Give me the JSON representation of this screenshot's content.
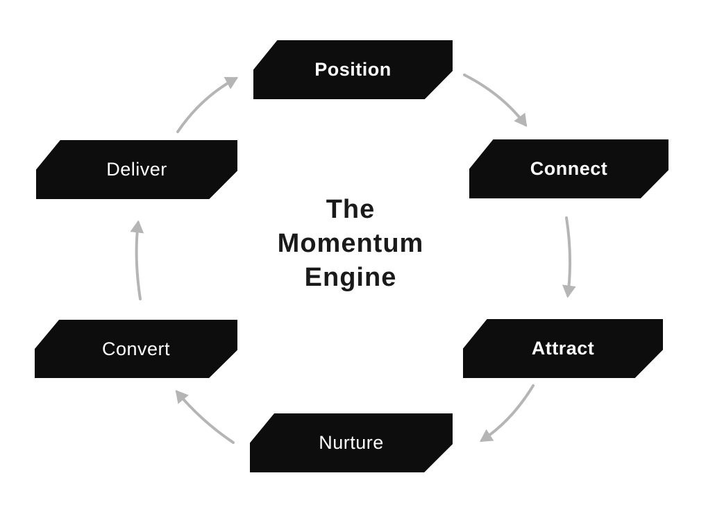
{
  "diagram": {
    "title": "The Momentum Engine",
    "title_lines": [
      "The",
      "Momentum",
      "Engine"
    ],
    "steps": [
      {
        "label": "Position",
        "emphasis": "bold"
      },
      {
        "label": "Connect",
        "emphasis": "bold"
      },
      {
        "label": "Attract",
        "emphasis": "bold"
      },
      {
        "label": "Nurture",
        "emphasis": "regular"
      },
      {
        "label": "Convert",
        "emphasis": "regular"
      },
      {
        "label": "Deliver",
        "emphasis": "regular"
      }
    ],
    "cycle_order": [
      "Position",
      "Connect",
      "Attract",
      "Nurture",
      "Convert",
      "Deliver"
    ],
    "arrows": [
      {
        "from": "Position",
        "to": "Connect"
      },
      {
        "from": "Connect",
        "to": "Attract"
      },
      {
        "from": "Attract",
        "to": "Nurture"
      },
      {
        "from": "Nurture",
        "to": "Convert"
      },
      {
        "from": "Convert",
        "to": "Deliver"
      },
      {
        "from": "Deliver",
        "to": "Position"
      }
    ],
    "colors": {
      "banner_fill": "#0d0d0d",
      "banner_text": "#ffffff",
      "title_text": "#1a1a1a",
      "arrow": "#b5b5b5",
      "background": "#ffffff"
    }
  }
}
